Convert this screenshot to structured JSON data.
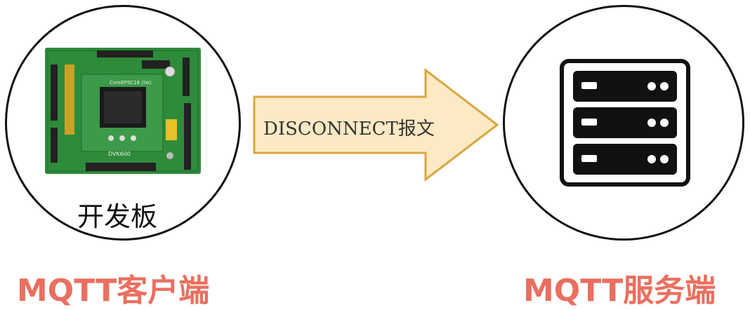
{
  "client": {
    "board_label": "开发板",
    "caption": "MQTT客户端",
    "board_silk": [
      "CoreEP5C16",
      "DVK600",
      "JTAG"
    ]
  },
  "server": {
    "caption": "MQTT服务端"
  },
  "message": {
    "label": "DISCONNECT报文"
  },
  "colors": {
    "caption": "#ea6f5f",
    "arrow_fill": "#fde9c4",
    "arrow_stroke": "#d9a640",
    "server_dark": "#111111",
    "board_green": "#2e8b3a"
  }
}
